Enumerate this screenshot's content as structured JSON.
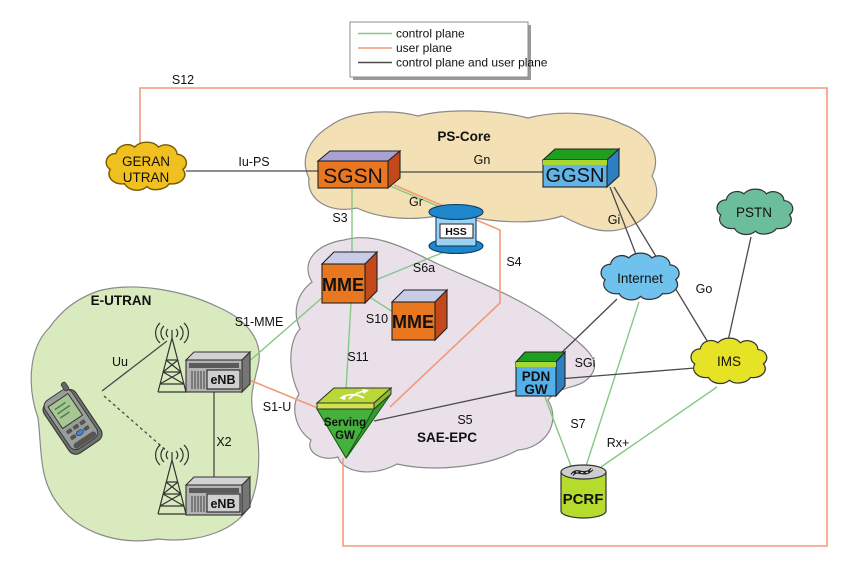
{
  "legend": {
    "items": [
      {
        "label": "control plane",
        "color": "#84c884"
      },
      {
        "label": "user plane",
        "color": "#f29a7a"
      },
      {
        "label": "control plane and user plane",
        "color": "#4a4a4a"
      }
    ]
  },
  "regions": {
    "ps_core": "PS-Core",
    "sae_epc": "SAE-EPC",
    "e_utran": "E-UTRAN"
  },
  "nodes": {
    "geran_utran": {
      "line1": "GERAN",
      "line2": "UTRAN"
    },
    "sgsn": "SGSN",
    "ggsn": "GGSN",
    "hss": "HSS",
    "mme1": "MME",
    "mme2": "MME",
    "serving_gw": {
      "line1": "Serving",
      "line2": "GW"
    },
    "pdn_gw": {
      "line1": "PDN",
      "line2": "GW"
    },
    "pcrf": "PCRF",
    "internet": "Internet",
    "pstn": "PSTN",
    "ims": "IMS",
    "enb1": "eNB",
    "enb2": "eNB"
  },
  "interfaces": {
    "s12": "S12",
    "iu_ps": "Iu-PS",
    "gn": "Gn",
    "gr": "Gr",
    "s3": "S3",
    "s6a": "S6a",
    "s4": "S4",
    "s10": "S10",
    "s11": "S11",
    "s1_mme": "S1-MME",
    "s1_u": "S1-U",
    "uu": "Uu",
    "x2": "X2",
    "s5": "S5",
    "sgi": "SGi",
    "gi": "Gi",
    "go": "Go",
    "s7": "S7",
    "rx": "Rx+"
  },
  "colors": {
    "control_plane": "#84c884",
    "user_plane": "#f29a7a",
    "both_planes": "#4a4a4a",
    "geran_cloud": "#f0c020",
    "ps_core_region": "#f3e0b5",
    "sae_epc_region": "#eae0ea",
    "e_utran_region": "#d9eabf",
    "sgsn_front": "#e8771f",
    "sgsn_top": "#a9a0d4",
    "ggsn_front": "#62b4e8",
    "ggsn_top": "#1f9e1f",
    "mme_front": "#e8771f",
    "mme_top": "#c9cce6",
    "hss_blue": "#1e87cc",
    "serving_gw_green": "#44b13c",
    "pcrf_green": "#b5db2c",
    "internet_cloud": "#70c2ee",
    "pstn_cloud": "#6bbd9b",
    "ims_cloud": "#e6e225",
    "enb_gray": "#b3b3b3"
  }
}
